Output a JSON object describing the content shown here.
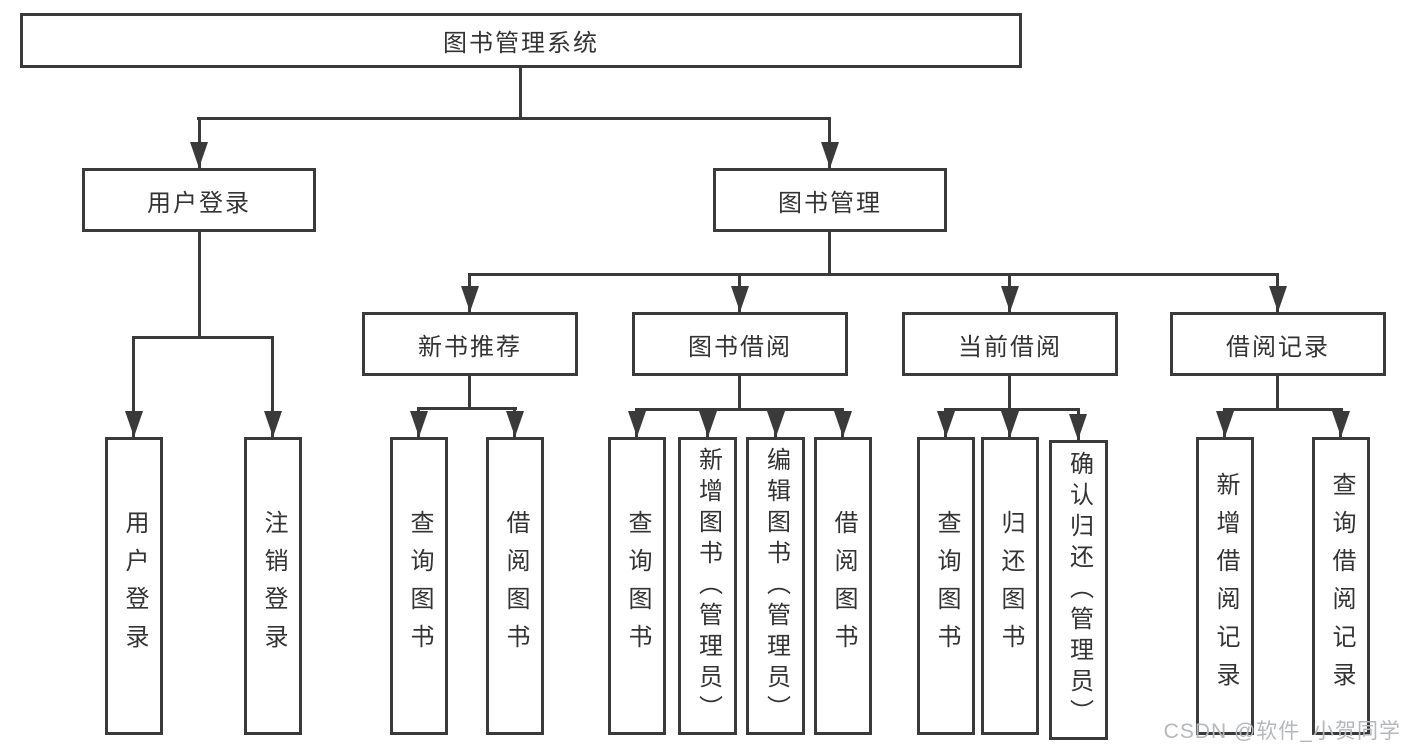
{
  "diagram": {
    "type": "hierarchy",
    "nodes": {
      "root": "图书管理系统",
      "login": {
        "label": "用户登录",
        "children": [
          "用户登录",
          "注销登录"
        ]
      },
      "mgmt": {
        "label": "图书管理"
      },
      "recommend": {
        "label": "新书推荐",
        "children": [
          "查询图书",
          "借阅图书"
        ]
      },
      "borrow": {
        "label": "图书借阅",
        "children": [
          "查询图书",
          "新增图书（管理员）",
          "编辑图书（管理员）",
          "借阅图书"
        ]
      },
      "current": {
        "label": "当前借阅",
        "children": [
          "查询图书",
          "归还图书",
          "确认归还（管理员）"
        ]
      },
      "records": {
        "label": "借阅记录",
        "children": [
          "新增借阅记录",
          "查询借阅记录"
        ]
      }
    },
    "edges": [
      [
        "图书管理系统",
        "用户登录"
      ],
      [
        "图书管理系统",
        "图书管理"
      ],
      [
        "用户登录",
        "用户登录"
      ],
      [
        "用户登录",
        "注销登录"
      ],
      [
        "图书管理",
        "新书推荐"
      ],
      [
        "图书管理",
        "图书借阅"
      ],
      [
        "图书管理",
        "当前借阅"
      ],
      [
        "图书管理",
        "借阅记录"
      ],
      [
        "新书推荐",
        "查询图书"
      ],
      [
        "新书推荐",
        "借阅图书"
      ],
      [
        "图书借阅",
        "查询图书"
      ],
      [
        "图书借阅",
        "新增图书（管理员）"
      ],
      [
        "图书借阅",
        "编辑图书（管理员）"
      ],
      [
        "图书借阅",
        "借阅图书"
      ],
      [
        "当前借阅",
        "查询图书"
      ],
      [
        "当前借阅",
        "归还图书"
      ],
      [
        "当前借阅",
        "确认归还（管理员）"
      ],
      [
        "借阅记录",
        "新增借阅记录"
      ],
      [
        "借阅记录",
        "查询借阅记录"
      ]
    ]
  },
  "watermark": "CSDN @软件_小贺同学",
  "colors": {
    "line": "#3a3a3a",
    "box_border": "#3a3a3a",
    "box_background": "#ffffff",
    "text": "#333333",
    "watermark": "#b5b8bb",
    "page_background": "#ffffff"
  }
}
